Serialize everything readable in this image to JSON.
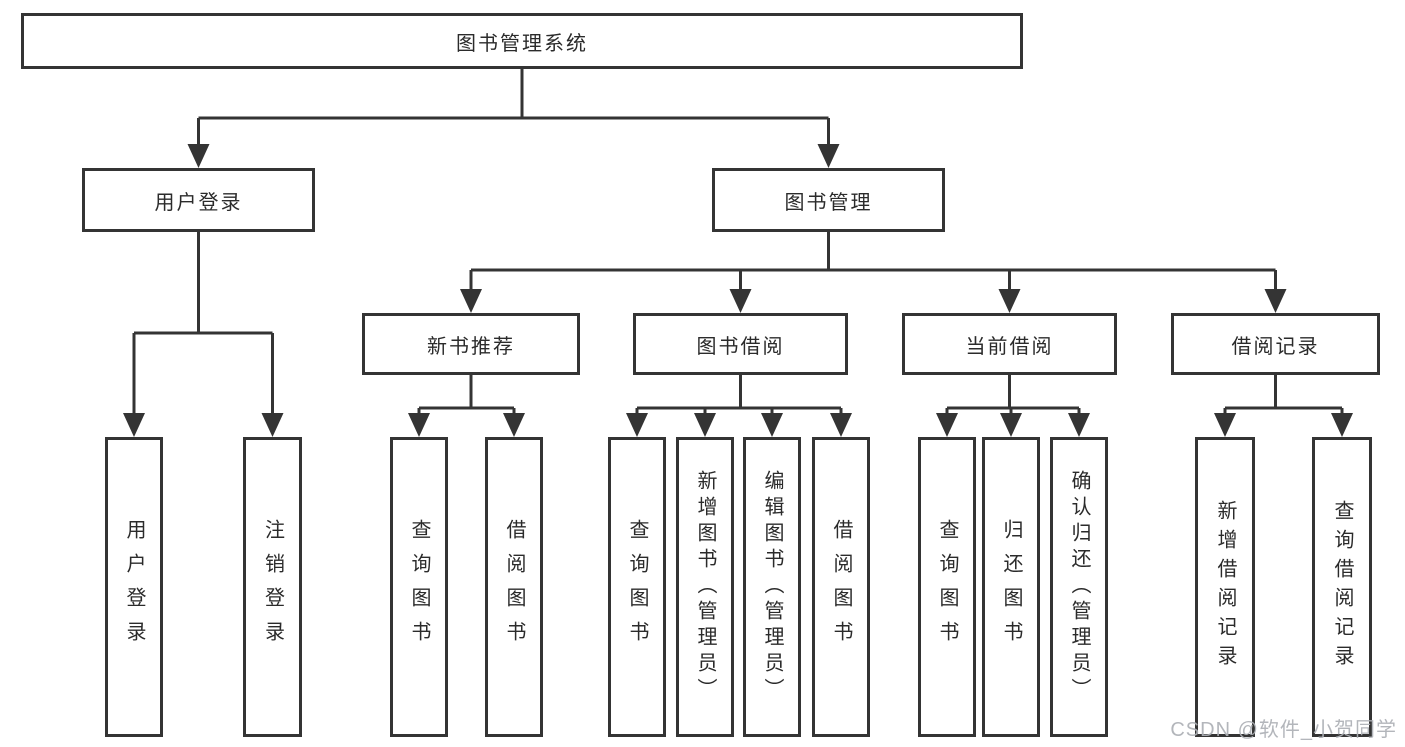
{
  "diagram": {
    "root": {
      "label": "图书管理系统"
    },
    "branches": [
      {
        "label": "用户登录",
        "children": [
          {
            "label": "用户登录"
          },
          {
            "label": "注销登录"
          }
        ]
      },
      {
        "label": "图书管理",
        "children": [
          {
            "label": "新书推荐",
            "children": [
              {
                "label": "查询图书"
              },
              {
                "label": "借阅图书"
              }
            ]
          },
          {
            "label": "图书借阅",
            "children": [
              {
                "label": "查询图书"
              },
              {
                "label": "新增图书（管理员）"
              },
              {
                "label": "编辑图书（管理员）"
              },
              {
                "label": "借阅图书"
              }
            ]
          },
          {
            "label": "当前借阅",
            "children": [
              {
                "label": "查询图书"
              },
              {
                "label": "归还图书"
              },
              {
                "label": "确认归还（管理员）"
              }
            ]
          },
          {
            "label": "借阅记录",
            "children": [
              {
                "label": "新增借阅记录"
              },
              {
                "label": "查询借阅记录"
              }
            ]
          }
        ]
      }
    ]
  },
  "watermark": {
    "text": "CSDN @软件_小贺同学"
  },
  "colors": {
    "line": "#343434",
    "box_border": "#343434",
    "text": "#2b2b2b",
    "background": "#ffffff",
    "watermark": "#adb0b5"
  }
}
